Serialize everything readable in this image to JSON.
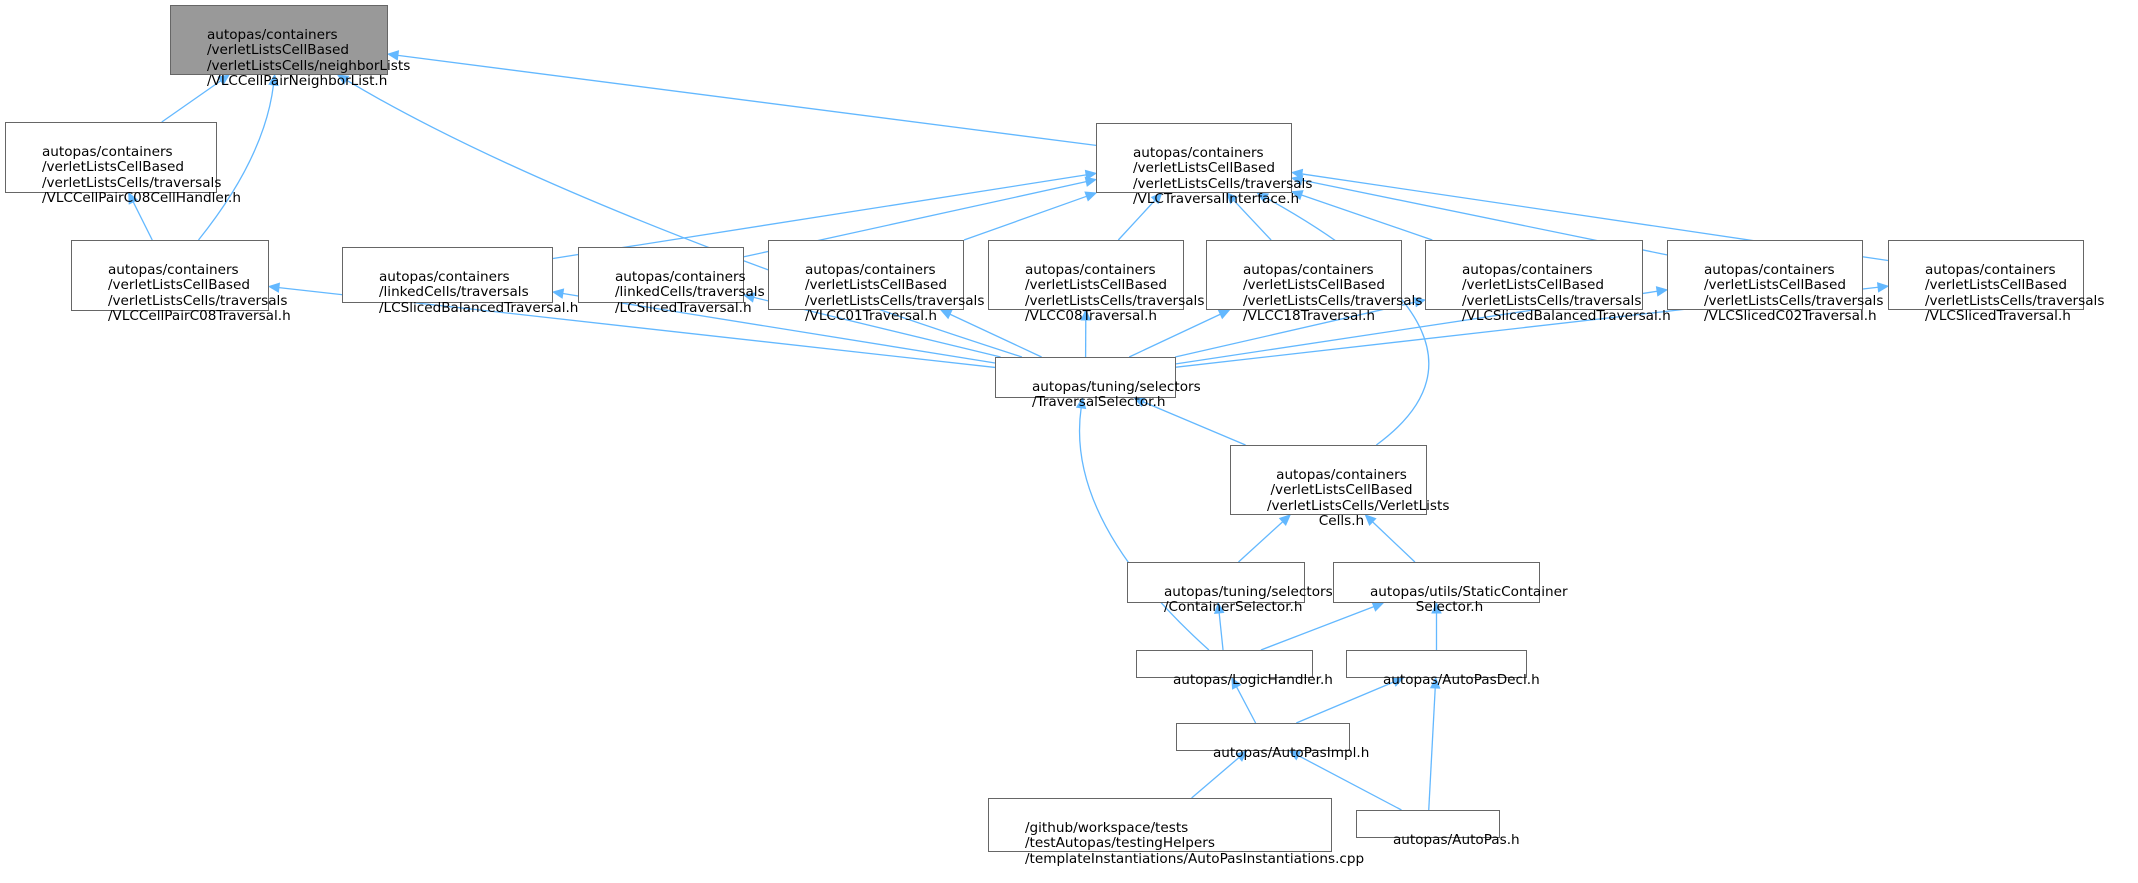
{
  "colors": {
    "edge": "#63b8ff",
    "node_border": "#666666",
    "root_fill": "#999999",
    "node_fill": "#ffffff"
  },
  "nodes": {
    "root": {
      "lines": [
        "autopas/containers",
        "/verletListsCellBased",
        "/verletListsCells/neighborLists",
        "/VLCCellPairNeighborList.h"
      ]
    },
    "vlc_pair08_handler": {
      "lines": [
        "autopas/containers",
        "/verletListsCellBased",
        "/verletListsCells/traversals",
        "/VLCCellPairC08CellHandler.h"
      ]
    },
    "vlc_pair08_traversal": {
      "lines": [
        "autopas/containers",
        "/verletListsCellBased",
        "/verletListsCells/traversals",
        "/VLCCellPairC08Traversal.h"
      ]
    },
    "vlc_traversal_interface": {
      "lines": [
        "autopas/containers",
        "/verletListsCellBased",
        "/verletListsCells/traversals",
        "/VLCTraversalInterface.h"
      ]
    },
    "lc_sliced_balanced": {
      "lines": [
        "autopas/containers",
        "/linkedCells/traversals",
        "/LCSlicedBalancedTraversal.h"
      ]
    },
    "lc_sliced": {
      "lines": [
        "autopas/containers",
        "/linkedCells/traversals",
        "/LCSlicedTraversal.h"
      ]
    },
    "vlc_c01": {
      "lines": [
        "autopas/containers",
        "/verletListsCellBased",
        "/verletListsCells/traversals",
        "/VLCC01Traversal.h"
      ]
    },
    "vlc_c08": {
      "lines": [
        "autopas/containers",
        "/verletListsCellBased",
        "/verletListsCells/traversals",
        "/VLCC08Traversal.h"
      ]
    },
    "vlc_c18": {
      "lines": [
        "autopas/containers",
        "/verletListsCellBased",
        "/verletListsCells/traversals",
        "/VLCC18Traversal.h"
      ]
    },
    "vlc_sliced_balanced": {
      "lines": [
        "autopas/containers",
        "/verletListsCellBased",
        "/verletListsCells/traversals",
        "/VLCSlicedBalancedTraversal.h"
      ]
    },
    "vlc_sliced_c02": {
      "lines": [
        "autopas/containers",
        "/verletListsCellBased",
        "/verletListsCells/traversals",
        "/VLCSlicedC02Traversal.h"
      ]
    },
    "vlc_sliced": {
      "lines": [
        "autopas/containers",
        "/verletListsCellBased",
        "/verletListsCells/traversals",
        "/VLCSlicedTraversal.h"
      ]
    },
    "traversal_selector": {
      "lines": [
        "autopas/tuning/selectors",
        "/TraversalSelector.h"
      ]
    },
    "verlet_lists_cells": {
      "lines": [
        "autopas/containers",
        "/verletListsCellBased",
        "/verletListsCells/VerletLists",
        "Cells.h"
      ]
    },
    "container_selector": {
      "lines": [
        "autopas/tuning/selectors",
        "/ContainerSelector.h"
      ]
    },
    "static_container_selector": {
      "lines": [
        "autopas/utils/StaticContainer",
        "Selector.h"
      ]
    },
    "logic_handler": {
      "lines": [
        "autopas/LogicHandler.h"
      ]
    },
    "autopas_decl": {
      "lines": [
        "autopas/AutoPasDecl.h"
      ]
    },
    "autopas_impl": {
      "lines": [
        "autopas/AutoPasImpl.h"
      ]
    },
    "instantiations": {
      "lines": [
        "/github/workspace/tests",
        "/testAutopas/testingHelpers",
        "/templateInstantiations/AutoPasInstantiations.cpp"
      ]
    },
    "autopas_h": {
      "lines": [
        "autopas/AutoPas.h"
      ]
    }
  },
  "edges": [
    {
      "from": "vlc_pair08_handler",
      "to": "root"
    },
    {
      "from": "vlc_pair08_traversal",
      "to": "root"
    },
    {
      "from": "traversal_selector",
      "to": "root"
    },
    {
      "from": "vlc_traversal_interface",
      "to": "root"
    },
    {
      "from": "vlc_pair08_traversal",
      "to": "vlc_pair08_handler"
    },
    {
      "from": "traversal_selector",
      "to": "vlc_pair08_traversal"
    },
    {
      "from": "lc_sliced_balanced",
      "to": "vlc_traversal_interface"
    },
    {
      "from": "lc_sliced",
      "to": "vlc_traversal_interface"
    },
    {
      "from": "vlc_c01",
      "to": "vlc_traversal_interface"
    },
    {
      "from": "vlc_c08",
      "to": "vlc_traversal_interface"
    },
    {
      "from": "vlc_c18",
      "to": "vlc_traversal_interface"
    },
    {
      "from": "vlc_sliced_balanced",
      "to": "vlc_traversal_interface"
    },
    {
      "from": "vlc_sliced_c02",
      "to": "vlc_traversal_interface"
    },
    {
      "from": "vlc_sliced",
      "to": "vlc_traversal_interface"
    },
    {
      "from": "verlet_lists_cells",
      "to": "vlc_traversal_interface"
    },
    {
      "from": "traversal_selector",
      "to": "lc_sliced_balanced"
    },
    {
      "from": "traversal_selector",
      "to": "lc_sliced"
    },
    {
      "from": "traversal_selector",
      "to": "vlc_c01"
    },
    {
      "from": "traversal_selector",
      "to": "vlc_c08"
    },
    {
      "from": "traversal_selector",
      "to": "vlc_c18"
    },
    {
      "from": "traversal_selector",
      "to": "vlc_sliced_balanced"
    },
    {
      "from": "traversal_selector",
      "to": "vlc_sliced_c02"
    },
    {
      "from": "traversal_selector",
      "to": "vlc_sliced"
    },
    {
      "from": "verlet_lists_cells",
      "to": "traversal_selector"
    },
    {
      "from": "logic_handler",
      "to": "traversal_selector"
    },
    {
      "from": "container_selector",
      "to": "verlet_lists_cells"
    },
    {
      "from": "static_container_selector",
      "to": "verlet_lists_cells"
    },
    {
      "from": "logic_handler",
      "to": "container_selector"
    },
    {
      "from": "logic_handler",
      "to": "static_container_selector"
    },
    {
      "from": "autopas_decl",
      "to": "static_container_selector"
    },
    {
      "from": "autopas_impl",
      "to": "logic_handler"
    },
    {
      "from": "autopas_impl",
      "to": "autopas_decl"
    },
    {
      "from": "autopas_h",
      "to": "autopas_decl"
    },
    {
      "from": "instantiations",
      "to": "autopas_impl"
    },
    {
      "from": "autopas_h",
      "to": "autopas_impl"
    }
  ]
}
